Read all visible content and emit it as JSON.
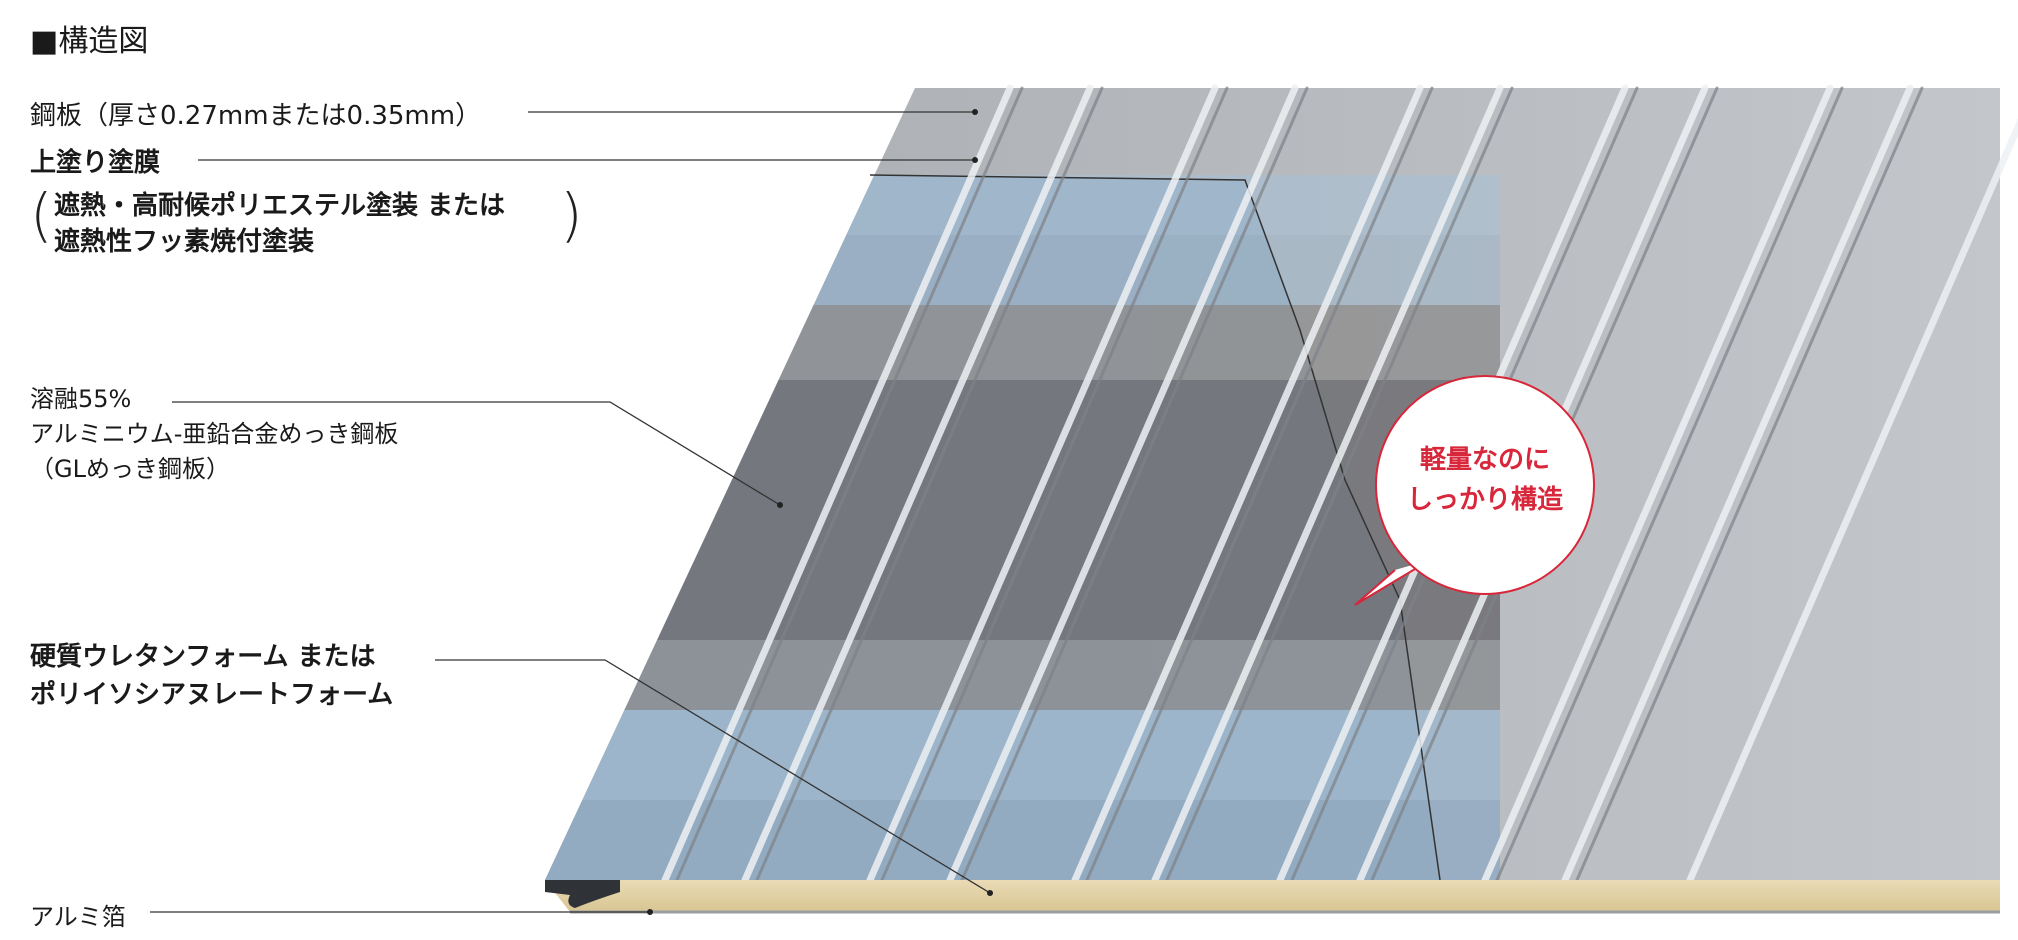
{
  "heading": "■構造図",
  "labels": {
    "steel_plate": "鋼板（厚さ0.27mmまたは0.35mm）",
    "top_coat": "上塗り塗膜",
    "top_coat_detail_1": "遮熱・高耐候ポリエステル塗装 または",
    "top_coat_detail_2": "遮熱性フッ素焼付塗装",
    "gl_1": "溶融55%",
    "gl_2": "アルミニウム-亜鉛合金めっき鋼板",
    "gl_3": "（GLめっき鋼板）",
    "foam_1": "硬質ウレタンフォーム または",
    "foam_2": "ポリイソシアヌレートフォーム",
    "foil": "アルミ箔"
  },
  "callout": {
    "line1": "軽量なのに",
    "line2": "しっかり構造",
    "color": "#d8263a"
  }
}
